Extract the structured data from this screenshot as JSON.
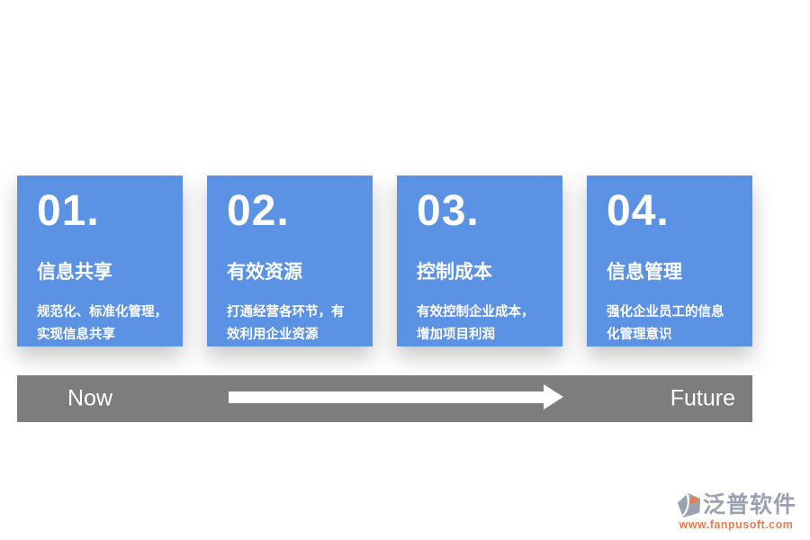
{
  "cards": [
    {
      "number": "01.",
      "title": "信息共享",
      "desc_lines": [
        "规范化、标准化管理，",
        "实现信息共享"
      ]
    },
    {
      "number": "02.",
      "title": "有效资源",
      "desc_lines": [
        "打通经营各环节，有",
        "效利用企业资源"
      ]
    },
    {
      "number": "03.",
      "title": "控制成本",
      "desc_lines": [
        "有效控制企业成本，",
        "增加项目利润"
      ]
    },
    {
      "number": "04.",
      "title": "信息管理",
      "desc_lines": [
        "强化企业员工的信息",
        "化管理意识"
      ]
    }
  ],
  "timeline": {
    "start_label": "Now",
    "end_label": "Future"
  },
  "logo": {
    "name": "泛普软件",
    "url": "www.fanpusoft.com"
  },
  "colors": {
    "card_blue": "#5B92E3",
    "bar_gray": "#7D7D7D",
    "logo_gray": "#9AA2B2",
    "logo_orange": "#E57E53"
  }
}
